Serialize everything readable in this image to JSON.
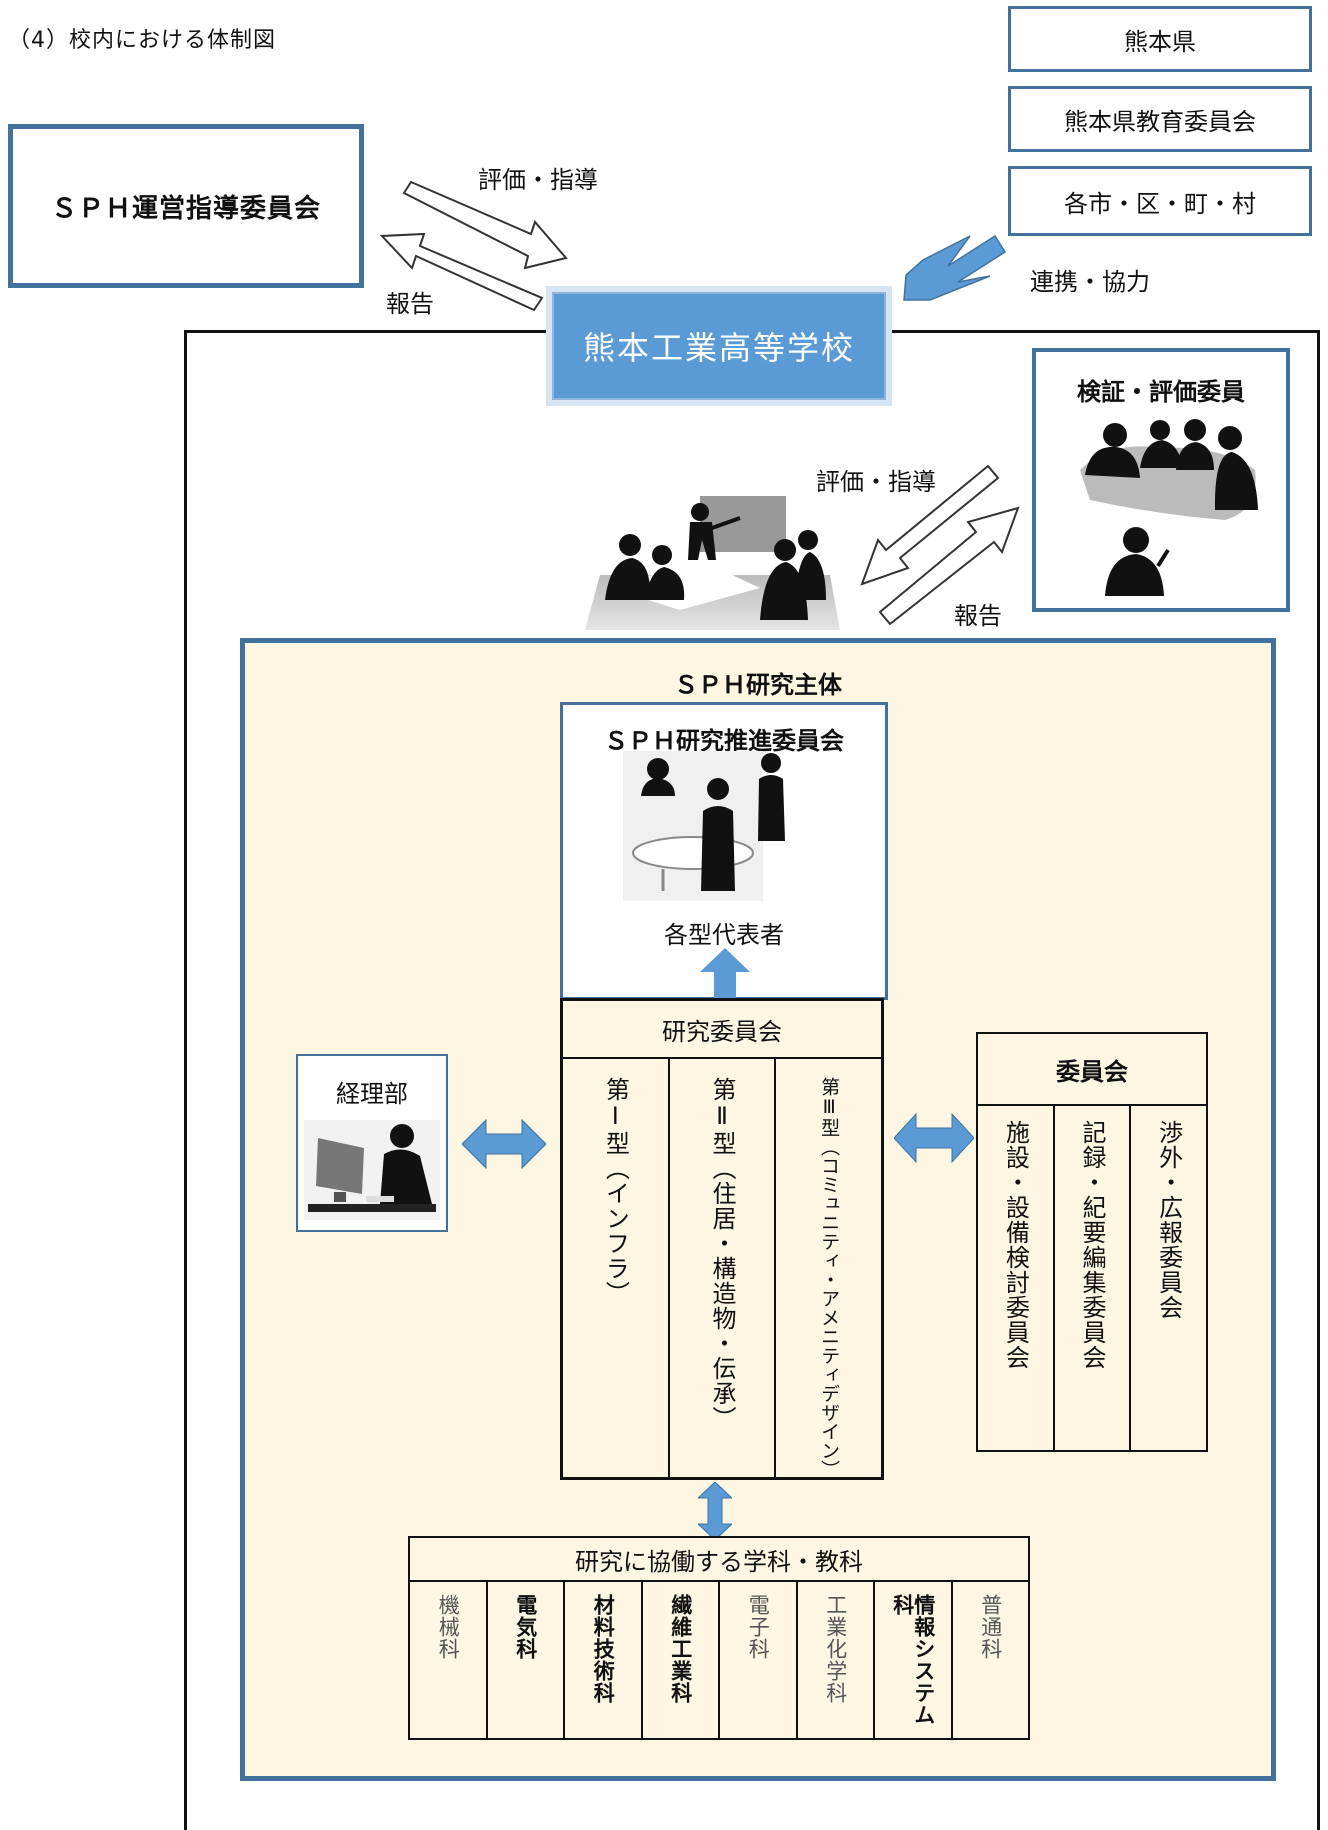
{
  "heading": "（4）校内における体制図",
  "colors": {
    "frame_blue": "#41719c",
    "school_blue": "#5b9bd5",
    "cream": "#fdf6e3",
    "arrow_blue": "#5b9bd5"
  },
  "sph_committee": "ＳＰＨ運営指導委員会",
  "arrow_eval_top": "評価・指導",
  "arrow_report_top": "報告",
  "school_name": "熊本工業高等学校",
  "external": [
    "熊本県",
    "熊本県教育委員会",
    "各市・区・町・村"
  ],
  "cooperation_label": "連携・協力",
  "verify_committee": "検証・評価委員",
  "arrow_eval_mid": "評価・指導",
  "arrow_report_mid": "報告",
  "research_body": "ＳＰＨ研究主体",
  "promotion_committee": "ＳＰＨ研究推進委員会",
  "representatives": "各型代表者",
  "research_committee": "研究委員会",
  "types": [
    "第Ⅰ型（インフラ）",
    "第Ⅱ型（住居・構造物・伝承）",
    "第Ⅲ型（コミュニティ・アメニティデザイン）"
  ],
  "accounting": "経理部",
  "committees_title": "委員会",
  "committees": [
    "施設・設備検討委員会",
    "記録・紀要編集委員会",
    "渉外・広報委員会"
  ],
  "departments_title": "研究に協働する学科・教科",
  "departments": [
    {
      "label": "機械科",
      "bold": false
    },
    {
      "label": "電気科",
      "bold": true
    },
    {
      "label": "材料技術科",
      "bold": true
    },
    {
      "label": "繊維工業科",
      "bold": true
    },
    {
      "label": "電子科",
      "bold": false
    },
    {
      "label": "工業化学科",
      "bold": false
    },
    {
      "label": "情報システム科",
      "bold": true
    },
    {
      "label": "普通科",
      "bold": false
    }
  ],
  "icons": [
    "meeting-silhouette-icon",
    "committee-silhouette-icon",
    "presenter-silhouette-icon",
    "team-silhouette-icon",
    "computer-worker-icon"
  ]
}
